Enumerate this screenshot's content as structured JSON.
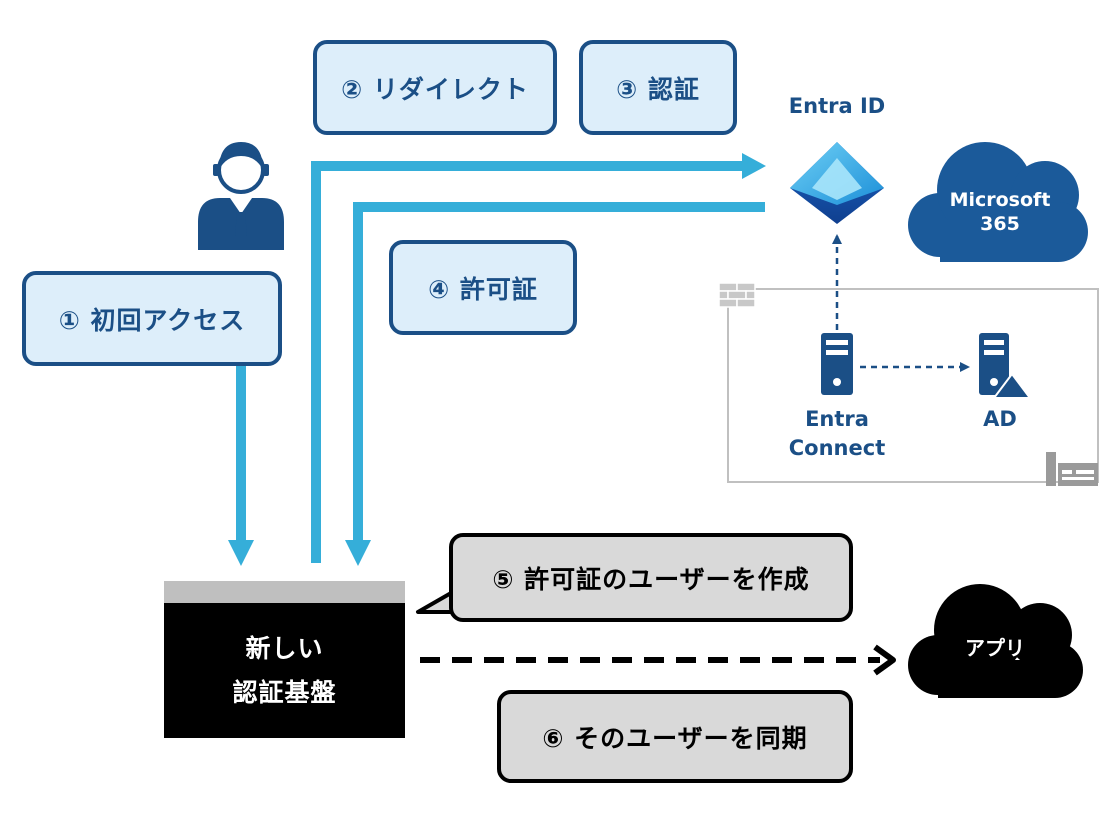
{
  "steps": {
    "step1": "① 初回アクセス",
    "step2": "② リダイレクト",
    "step3": "③ 認証",
    "step4": "④ 許可証",
    "step5": "⑤ 許可証のユーザーを作成",
    "step6": "⑥ そのユーザーを同期"
  },
  "entra_id": {
    "label": "Entra ID"
  },
  "m365": {
    "line1": "Microsoft",
    "line2": "365"
  },
  "onprem": {
    "connect_line1": "Entra",
    "connect_line2": "Connect",
    "ad_label": "AD"
  },
  "platform": {
    "line1": "新しい",
    "line2": "認証基盤"
  },
  "app": {
    "label": "アプリ"
  },
  "colors": {
    "arrow_blue": "#35aed9",
    "navy": "#1b4f86",
    "box_fill": "#ddeefa",
    "gray_box": "#d9d9d9",
    "black": "#000000"
  },
  "icons": [
    "user-icon",
    "azure-ad-icon",
    "firewall-icon",
    "server-icon",
    "building-icon",
    "cloud-icon"
  ]
}
